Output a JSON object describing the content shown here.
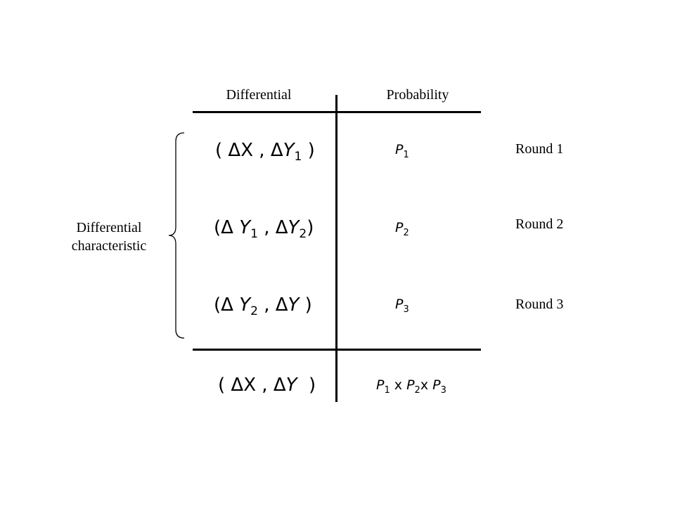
{
  "headers": {
    "differential": "Differential",
    "probability": "Probability"
  },
  "left_label": {
    "line1": "Differential",
    "line2": "characteristic"
  },
  "rows": [
    {
      "differential": {
        "open": "( ",
        "d1": "ΔX",
        "sep": " , ",
        "d2": "Δ",
        "v2": "Y",
        "s2": "1",
        "close": " )"
      },
      "probability": {
        "v": "P",
        "s": "1"
      },
      "round": "Round 1"
    },
    {
      "differential": {
        "open": "(",
        "d1": "Δ ",
        "v1": "Y",
        "s1": "1",
        "sep": " , ",
        "d2": "Δ",
        "v2": "Y",
        "s2": "2",
        "close": ")"
      },
      "probability": {
        "v": "P",
        "s": "2"
      },
      "round": "Round 2"
    },
    {
      "differential": {
        "open": "(",
        "d1": "Δ ",
        "v1": "Y",
        "s1": "2",
        "sep": " , ",
        "d2": "Δ",
        "v2": "Y",
        "close": " )"
      },
      "probability": {
        "v": "P",
        "s": "3"
      },
      "round": "Round 3"
    }
  ],
  "total": {
    "differential": {
      "open": "( ",
      "d1": "ΔX",
      "sep": " , ",
      "d2": "Δ",
      "v2": "Y",
      "close": "  )"
    },
    "probability": {
      "v1": "P",
      "s1": "1",
      "x1": " x ",
      "v2": "P",
      "s2": "2",
      "x2": "x ",
      "v3": "P",
      "s3": "3"
    }
  }
}
